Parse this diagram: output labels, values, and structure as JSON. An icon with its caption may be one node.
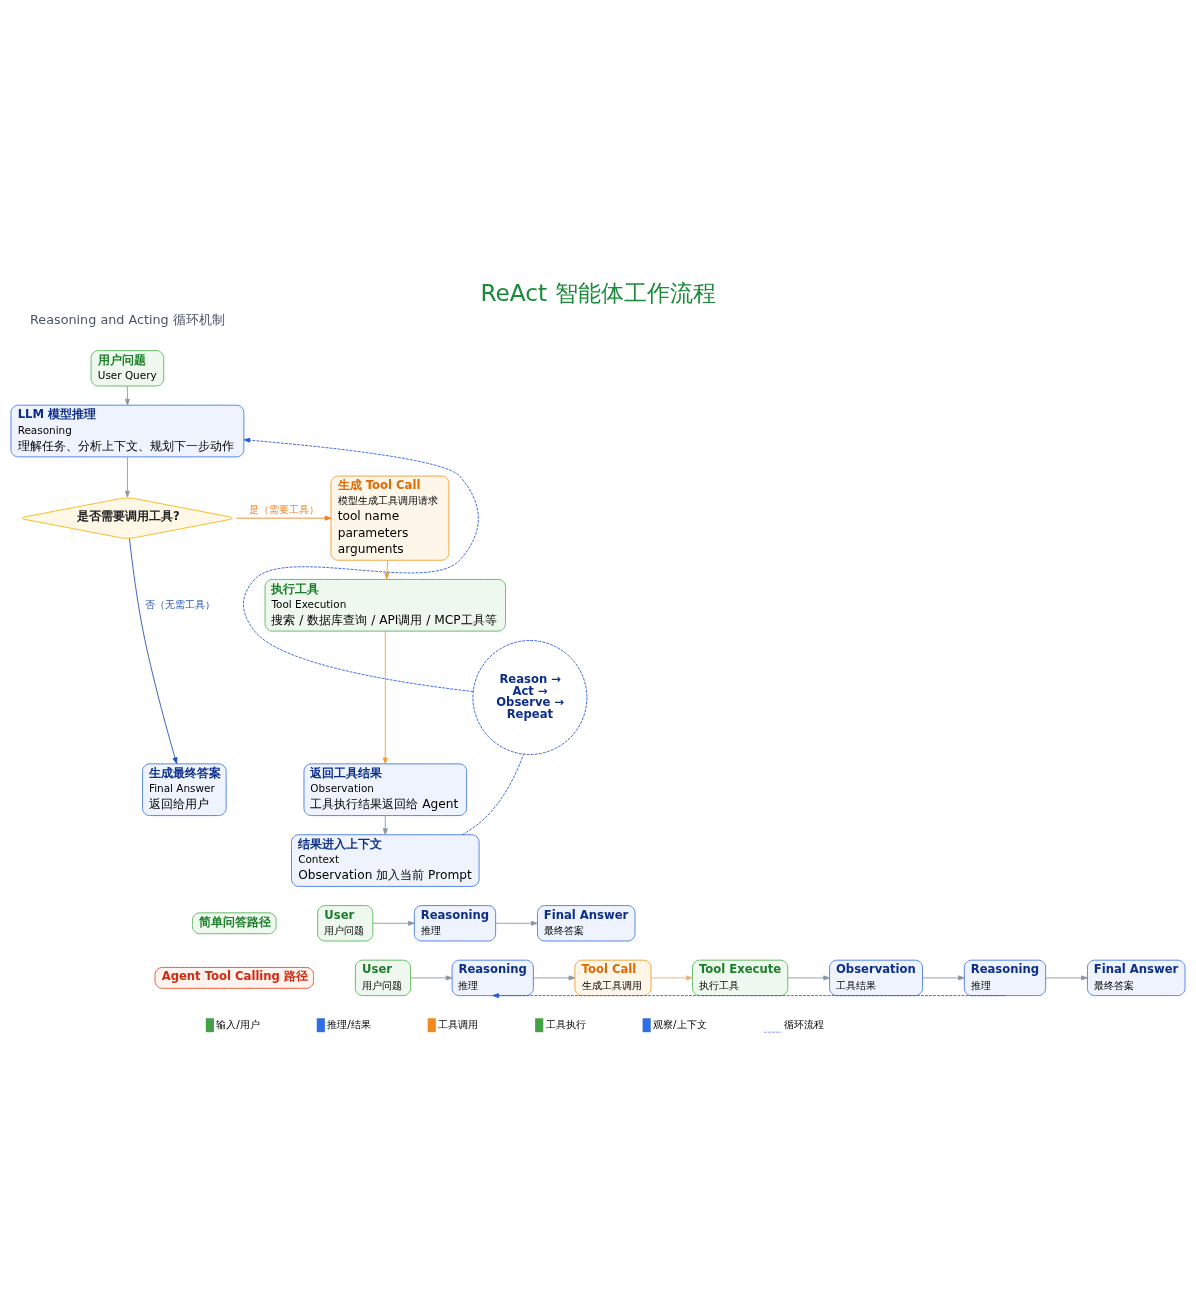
{
  "diagram": {
    "title": "ReAct 智能体工作流程",
    "nodes": [
      {
        "text": [
          "用户问题",
          "User Query"
        ]
      },
      {
        "text": [
          "LLM 模型推理",
          "Reasoning",
          "理解任务、分析上下文、规划下一步动作"
        ]
      },
      {
        "text": [
          "是否需要调用工具?"
        ]
      },
      {
        "text": [
          "生成 Tool Call",
          "模型生成工具调用请求",
          "tool name",
          "parameters",
          "arguments"
        ]
      },
      {
        "text": [
          "执行工具",
          "Tool Execution",
          "搜索 / 数据库查询 / API调用 / MCP工具等"
        ]
      },
      {
        "text": [
          "返回工具结果",
          "Observation",
          "工具执行结果返回给 Agent"
        ]
      },
      {
        "text": [
          "结果进入上下文",
          "Context",
          "Observation 加入当前 Prompt"
        ]
      },
      {
        "text": [
          "Reason → Act → Observe → Repeat"
        ]
      },
      {
        "text": [
          "生成最终答案",
          "Final Answer",
          "返回给用户"
        ]
      },
      {
        "text": [
          "简单问答路径"
        ]
      },
      {
        "text": [
          "User",
          "用户问题"
        ]
      },
      {
        "text": [
          "Reasoning",
          "推理"
        ]
      },
      {
        "text": [
          "Final Answer",
          "最终答案"
        ]
      },
      {
        "text": [
          "Agent Tool Calling 路径"
        ]
      },
      {
        "text": [
          "User",
          "用户问题"
        ]
      },
      {
        "text": [
          "Reasoning",
          "推理"
        ]
      },
      {
        "text": [
          "Tool Call",
          "生成工具调用"
        ]
      },
      {
        "text": [
          "Tool Execute",
          "执行工具"
        ]
      },
      {
        "text": [
          "Observation",
          "工具结果"
        ]
      },
      {
        "text": [
          "Reasoning",
          "推理"
        ]
      },
      {
        "text": [
          "Final Answer",
          "最终答案"
        ]
      }
    ],
    "edges": [
      {
        "from": 0,
        "to": 1,
        "arrow": "to"
      },
      {
        "from": 1,
        "to": 2,
        "arrow": "to"
      },
      {
        "from": 2,
        "to": 8,
        "arrow": "to",
        "label": "否（无需工具）",
        "color": "#1e4fb4"
      },
      {
        "from": 2,
        "to": 3,
        "arrow": "to",
        "label": "是（需要工具）",
        "color": "#f07f1a"
      },
      {
        "from": 3,
        "to": 4,
        "arrow": "to",
        "color": "#f0a030"
      },
      {
        "from": 4,
        "to": 5,
        "arrow": "to",
        "color": "#f0a030"
      },
      {
        "from": 5,
        "to": 6,
        "arrow": "to"
      },
      {
        "from": 6,
        "to": 7,
        "arrow": "none",
        "style": "dashed",
        "color": "#2a5bd7"
      },
      {
        "from": 7,
        "to": 1,
        "arrow": "to",
        "style": "dashed",
        "color": "#2a5bd7"
      },
      {
        "from": 10,
        "to": 11,
        "arrow": "to"
      },
      {
        "from": 11,
        "to": 12,
        "arrow": "to"
      },
      {
        "from": 14,
        "to": 15,
        "arrow": "to"
      },
      {
        "from": 15,
        "to": 16,
        "arrow": "to"
      },
      {
        "from": 16,
        "to": 17,
        "arrow": "to",
        "color": "#e8b080"
      },
      {
        "from": 17,
        "to": 18,
        "arrow": "to"
      },
      {
        "from": 18,
        "to": 19,
        "arrow": "to"
      },
      {
        "from": 19,
        "to": 20,
        "arrow": "to"
      },
      {
        "from": 19,
        "to": 15,
        "arrow": "to",
        "style": "dashed",
        "color": "#2a5bd7"
      }
    ],
    "labels": [
      "Reasoning and Acting 循环机制"
    ],
    "legend": [
      {
        "text": "输入/用户",
        "color": "#43a047"
      },
      {
        "text": "推理/结果",
        "color": "#2f6fe4"
      },
      {
        "text": "工具调用",
        "color": "#f08a1c"
      },
      {
        "text": "工具执行",
        "color": "#43a047"
      },
      {
        "text": "观察/上下文",
        "color": "#2f6fe4"
      },
      {
        "text": "循环流程"
      }
    ]
  }
}
